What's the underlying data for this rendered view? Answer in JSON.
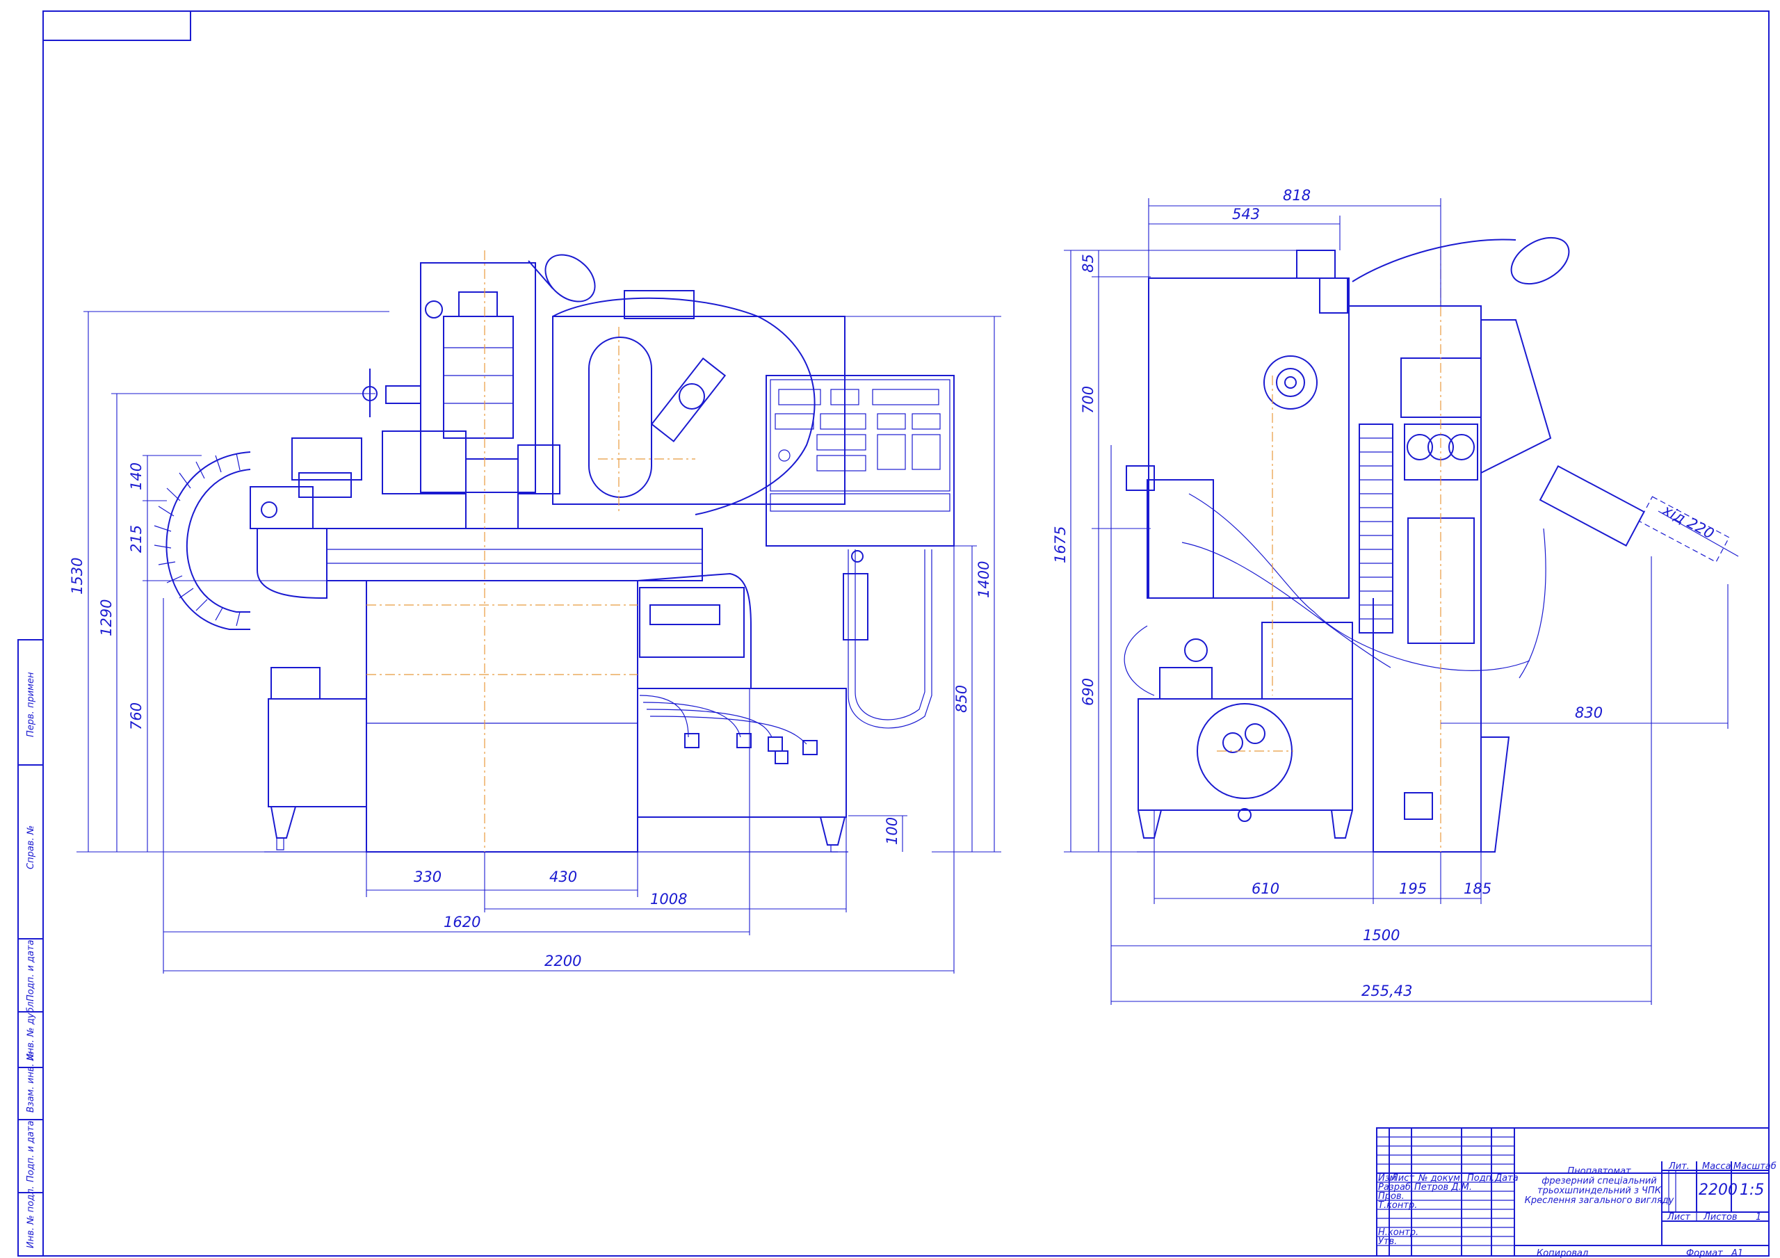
{
  "colors": {
    "line": "#1a1ad0",
    "axis": "#e89a3c",
    "paper": "#ffffff"
  },
  "front": {
    "dims": {
      "d330": "330",
      "d430": "430",
      "d1008": "1008",
      "d1620": "1620",
      "d2200": "2200",
      "d1530": "1530",
      "d1290": "1290",
      "d760": "760",
      "d140": "140",
      "d215": "215",
      "d1400": "1400",
      "d850": "850",
      "d100": "100"
    }
  },
  "side": {
    "dims": {
      "d818": "818",
      "d543": "543",
      "d85": "85",
      "d700": "700",
      "d1675": "1675",
      "d690": "690",
      "d610": "610",
      "d195": "195",
      "d185": "185",
      "d1500": "1500",
      "d25543": "255,43",
      "d830": "830",
      "stroke": "хід 220"
    }
  },
  "side_stamp": [
    "Перв. примен",
    "Справ. №",
    "Подп. и дата",
    "Инв. № дубл.",
    "Взам. инв. №",
    "Подп. и дата",
    "Инв. № подл."
  ],
  "title_block": {
    "title_lines": [
      "Пнопавтомат",
      "фрезерний спеціальний",
      "трьохшпиндельний з ЧПК",
      "Креслення загального вигляду"
    ],
    "headers": {
      "izm": "Изм",
      "list": "Лист",
      "doc": "№ докум.",
      "sign": "Подп.",
      "date": "Дата"
    },
    "rows": [
      {
        "role": "Разраб.",
        "name": "Петров Д.М."
      },
      {
        "role": "Пров.",
        "name": ""
      },
      {
        "role": "Т.контр.",
        "name": ""
      },
      {
        "role": "Н.контр.",
        "name": ""
      },
      {
        "role": "Утв.",
        "name": ""
      }
    ],
    "lit_label": "Лит.",
    "mass_label": "Масса",
    "scale_label": "Масштаб",
    "mass": "2200",
    "scale": "1:5",
    "sheet_label": "Лист",
    "sheets_label": "Листов",
    "sheets": "1",
    "copied": "Копировал",
    "format_label": "Формат",
    "format": "А1"
  }
}
